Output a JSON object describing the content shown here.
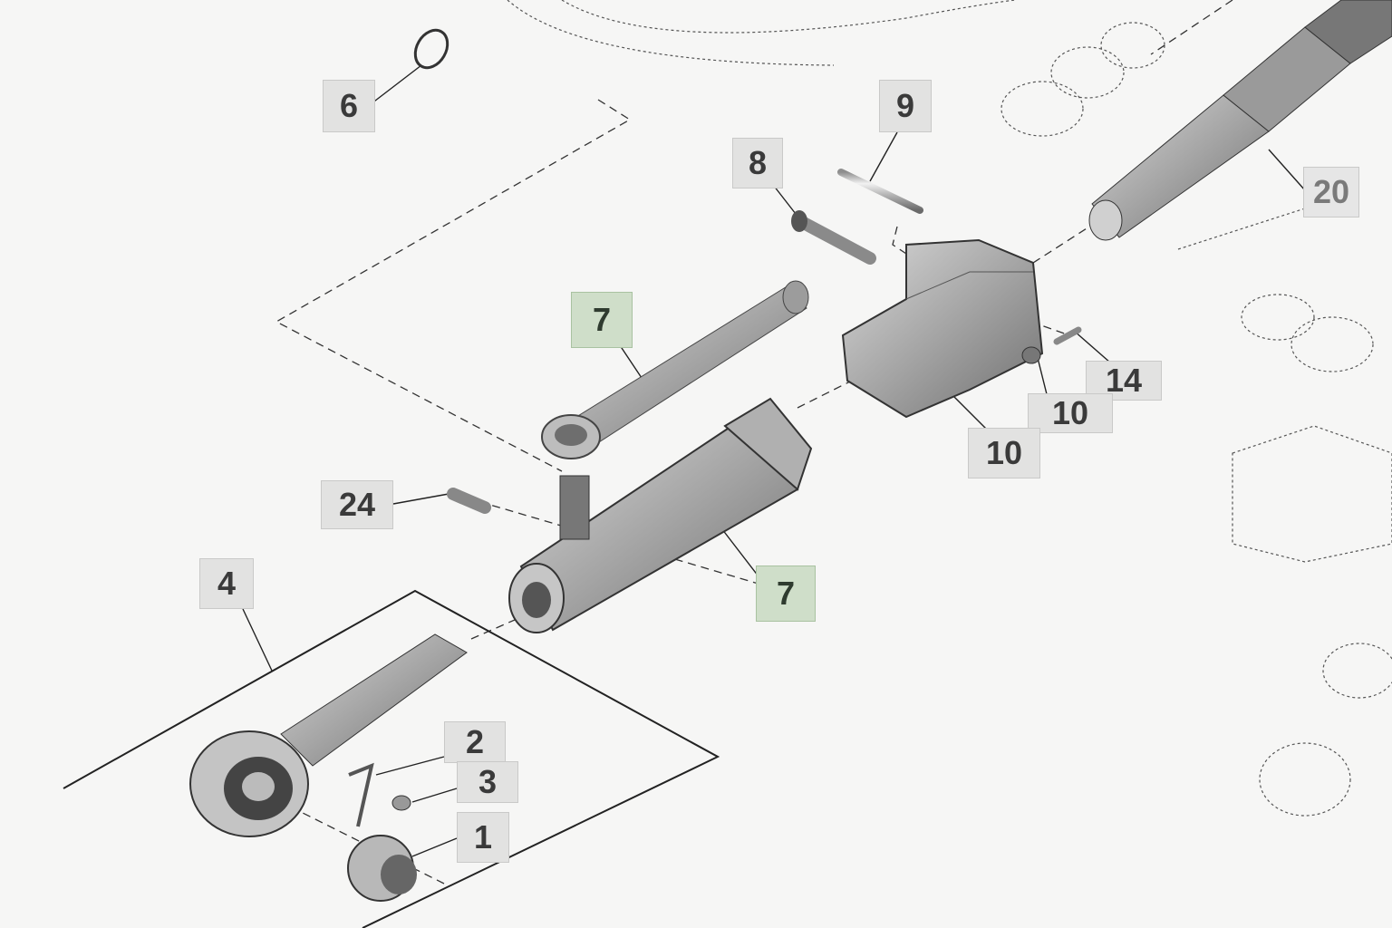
{
  "diagram": {
    "type": "exploded-parts-view",
    "colors": {
      "callout_bg": "#e2e2e1",
      "callout_highlight_bg": "#cfdec9",
      "line": "#222222"
    },
    "callouts": [
      {
        "id": "c6",
        "label": "6",
        "part": "snap-ring"
      },
      {
        "id": "c9",
        "label": "9",
        "part": "pin"
      },
      {
        "id": "c8",
        "label": "8",
        "part": "bolt"
      },
      {
        "id": "c20",
        "label": "20",
        "part": "threaded-rod-end"
      },
      {
        "id": "c7a",
        "label": "7",
        "part": "handle",
        "highlighted": true
      },
      {
        "id": "c14",
        "label": "14",
        "part": "small-pin"
      },
      {
        "id": "c10b",
        "label": "10",
        "part": "nut"
      },
      {
        "id": "c10a",
        "label": "10",
        "part": "bracket"
      },
      {
        "id": "c24",
        "label": "24",
        "part": "valve-fitting"
      },
      {
        "id": "c7b",
        "label": "7",
        "part": "cylinder-body",
        "highlighted": true
      },
      {
        "id": "c4",
        "label": "4",
        "part": "ratchet-assembly"
      },
      {
        "id": "c2",
        "label": "2",
        "part": "pawl"
      },
      {
        "id": "c3",
        "label": "3",
        "part": "screw"
      },
      {
        "id": "c1",
        "label": "1",
        "part": "bearing-cap"
      }
    ]
  }
}
